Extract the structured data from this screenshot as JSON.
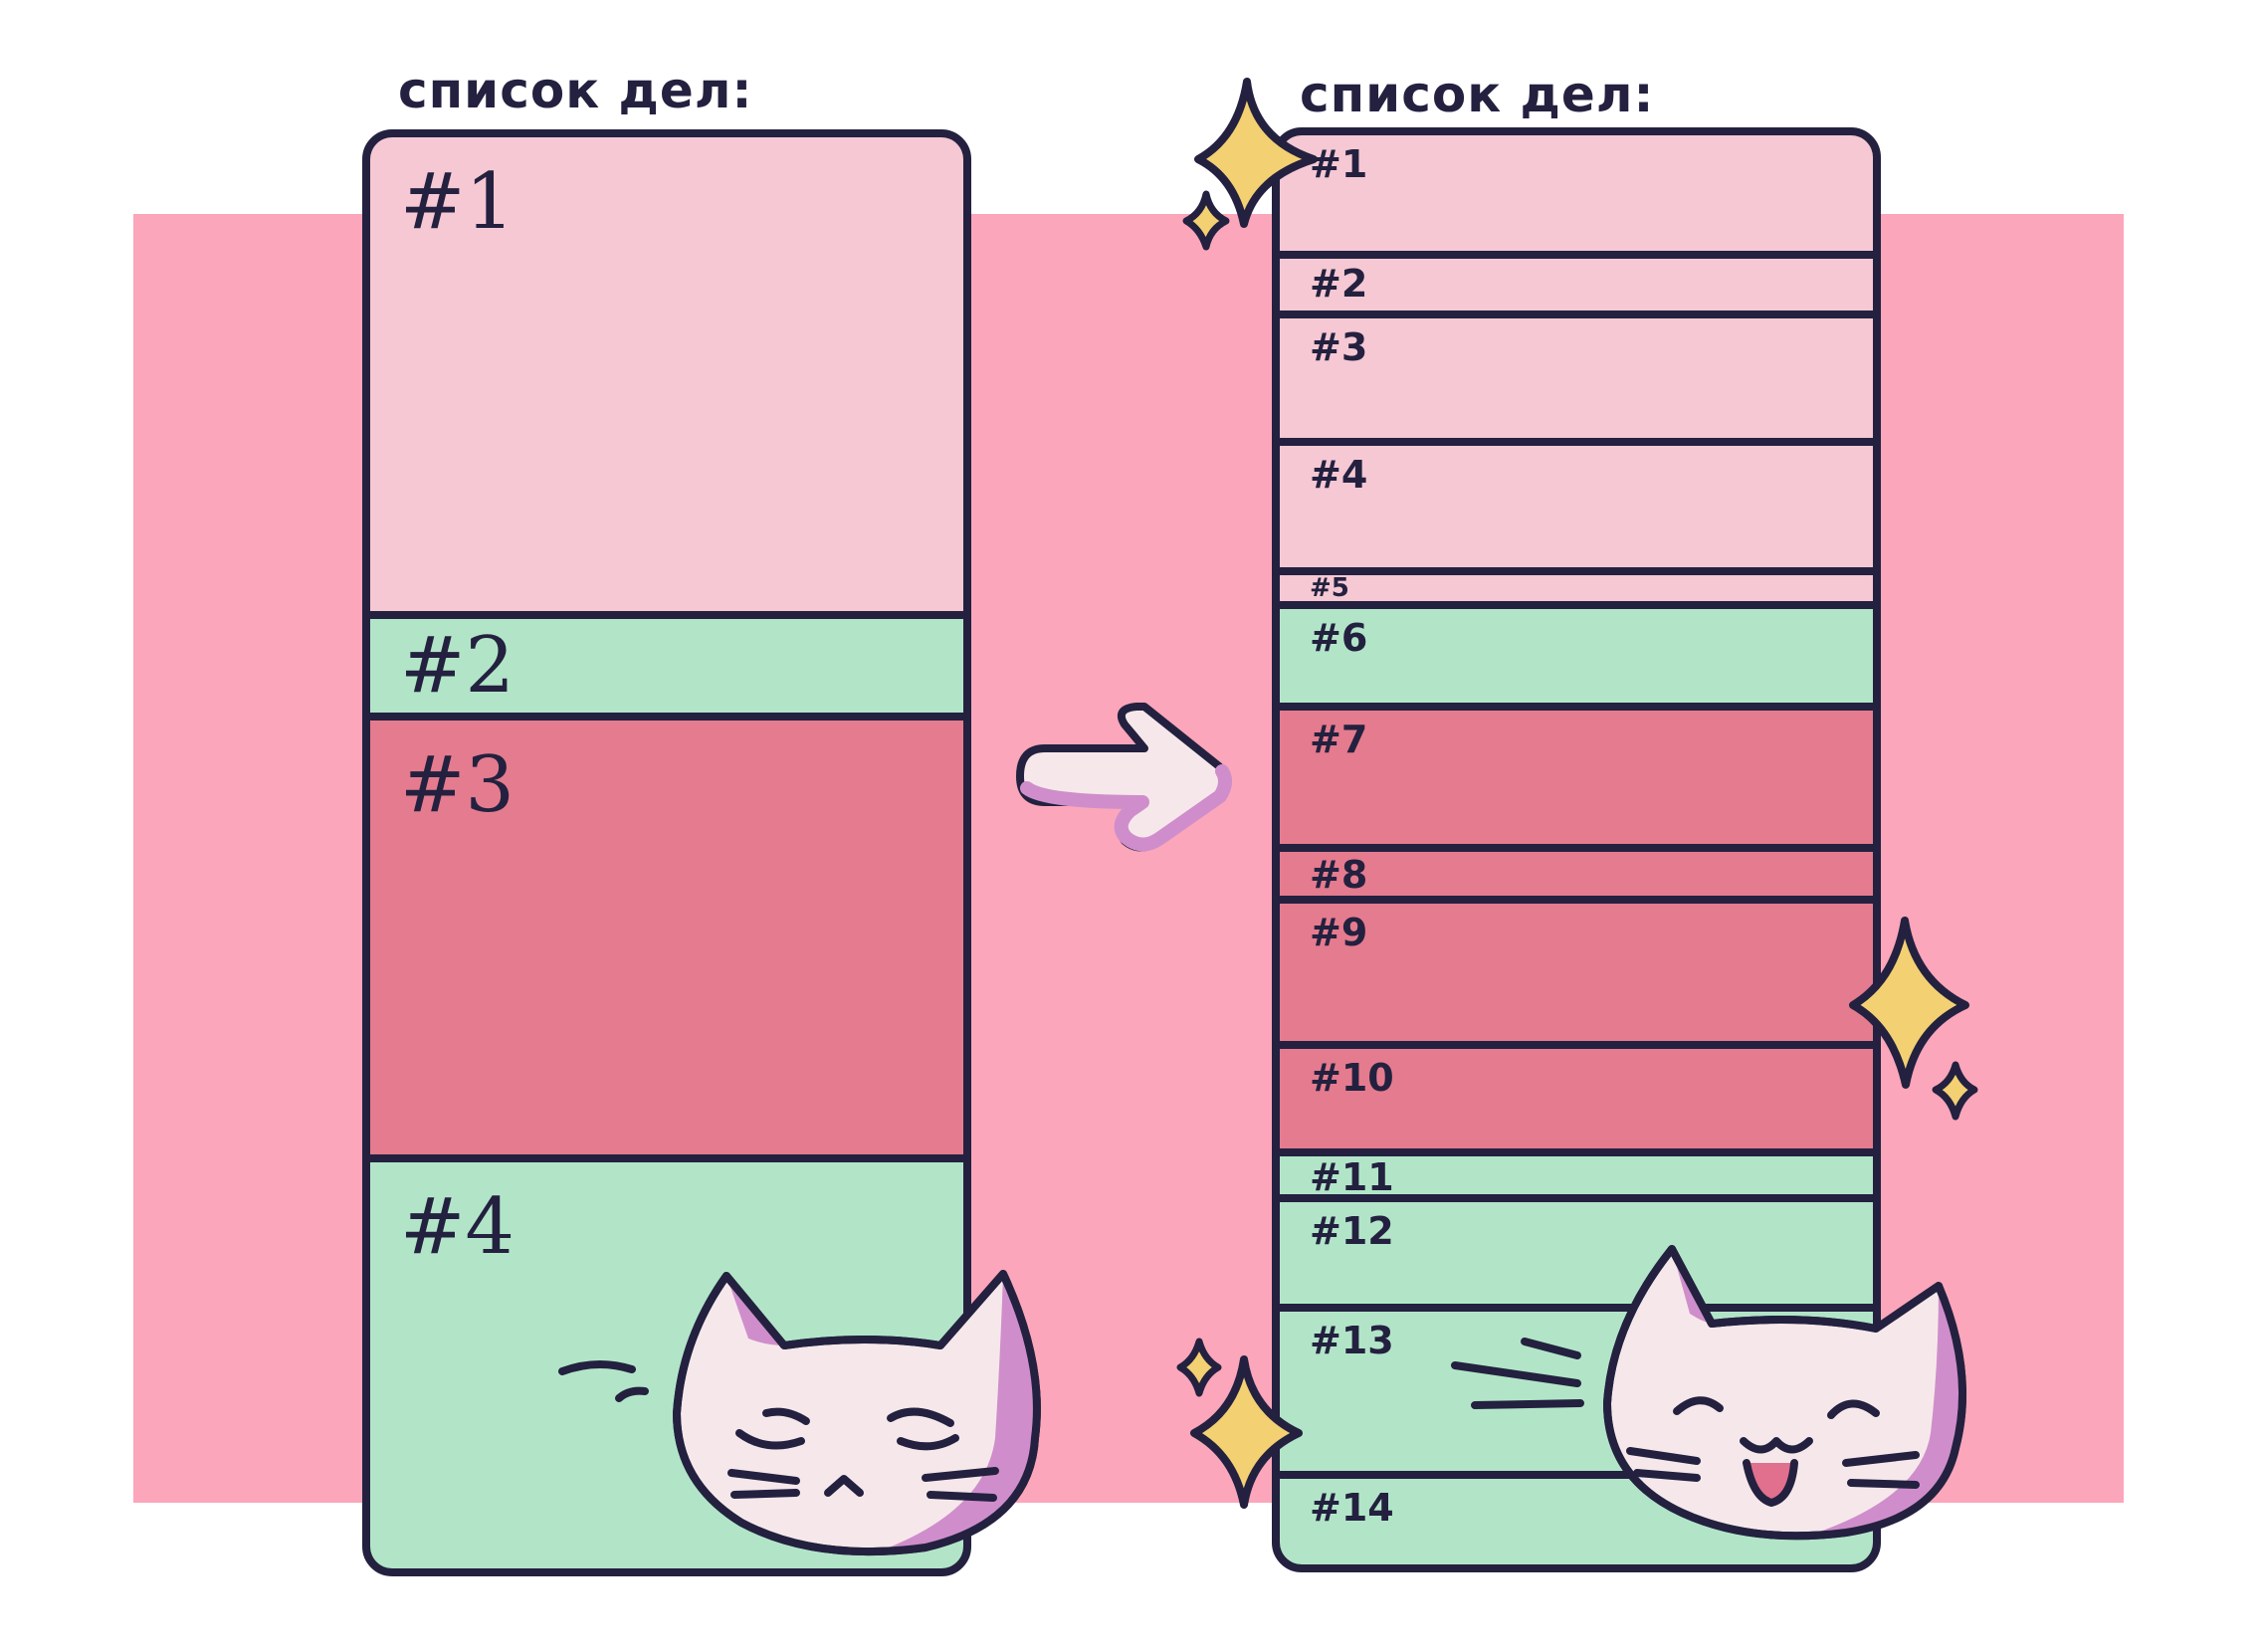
{
  "left_list": {
    "title": "список дел:",
    "items": [
      {
        "label": "#1",
        "color": "#f5c8d3"
      },
      {
        "label": "#2",
        "color": "#b2e5c8"
      },
      {
        "label": "#3",
        "color": "#e57b8e"
      },
      {
        "label": "#4",
        "color": "#b2e5c8"
      }
    ]
  },
  "right_list": {
    "title": "список дел:",
    "items": [
      {
        "label": "#1",
        "color": "#f5c8d3"
      },
      {
        "label": "#2",
        "color": "#f5c8d3"
      },
      {
        "label": "#3",
        "color": "#f5c8d3"
      },
      {
        "label": "#4",
        "color": "#f5c8d3"
      },
      {
        "label": "#5",
        "color": "#f5c8d3"
      },
      {
        "label": "#6",
        "color": "#b2e5c8"
      },
      {
        "label": "#7",
        "color": "#e57b8e"
      },
      {
        "label": "#8",
        "color": "#e57b8e"
      },
      {
        "label": "#9",
        "color": "#e57b8e"
      },
      {
        "label": "#10",
        "color": "#e57b8e"
      },
      {
        "label": "#11",
        "color": "#b2e5c8"
      },
      {
        "label": "#12",
        "color": "#b2e5c8"
      },
      {
        "label": "#13",
        "color": "#b2e5c8"
      },
      {
        "label": "#14",
        "color": "#b2e5c8"
      }
    ]
  },
  "icons": {
    "arrow": "arrow-right-icon",
    "cat_left": "sad-cat-icon",
    "cat_right": "happy-cat-icon",
    "sparkle": "sparkle-icon"
  },
  "colors": {
    "background_band": "#fba6ba",
    "outline": "#23213f",
    "sparkle": "#f3d072",
    "cat_face": "#f6e8ea",
    "cat_shade": "#cf8ecb"
  }
}
